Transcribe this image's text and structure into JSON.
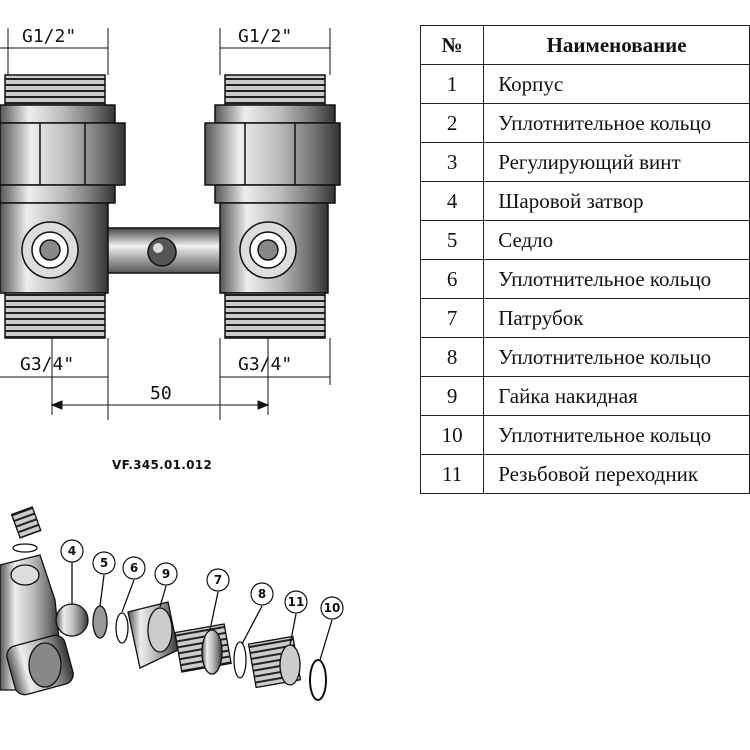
{
  "drawing": {
    "top_thread_left": "G1/2\"",
    "top_thread_right": "G1/2\"",
    "bottom_thread_left": "G3/4\"",
    "bottom_thread_right": "G3/4\"",
    "center_distance": "50",
    "model_code": "VF.345.01.012"
  },
  "table": {
    "header_num": "№",
    "header_name": "Наименование",
    "rows": [
      {
        "num": "1",
        "name": "Корпус"
      },
      {
        "num": "2",
        "name": "Уплотнительное кольцо"
      },
      {
        "num": "3",
        "name": "Регулирующий винт"
      },
      {
        "num": "4",
        "name": "Шаровой затвор"
      },
      {
        "num": "5",
        "name": "Седло"
      },
      {
        "num": "6",
        "name": "Уплотнительное кольцо"
      },
      {
        "num": "7",
        "name": "Патрубок"
      },
      {
        "num": "8",
        "name": "Уплотнительное кольцо"
      },
      {
        "num": "9",
        "name": "Гайка накидная"
      },
      {
        "num": "10",
        "name": "Уплотнительное кольцо"
      },
      {
        "num": "11",
        "name": "Резьбовой переходник"
      }
    ]
  },
  "exploded_view": {
    "callouts": [
      "4",
      "5",
      "6",
      "9",
      "7",
      "8",
      "11",
      "10"
    ]
  }
}
